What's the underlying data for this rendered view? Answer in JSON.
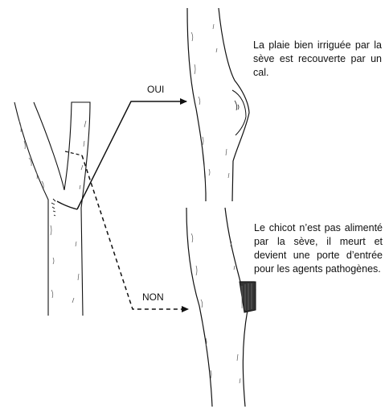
{
  "labels": {
    "yes": "OUI",
    "no": "NON"
  },
  "captions": {
    "callus": "La plaie bien irriguée par la sève est recouverte par un cal.",
    "stub": "Le chicot n’est pas alimenté par la sève, il meurt et devient une porte d’entrée pour les agents pathogènes."
  },
  "colors": {
    "ink": "#111111",
    "bark_shade": "#555555",
    "dead_wood": "#333333"
  }
}
